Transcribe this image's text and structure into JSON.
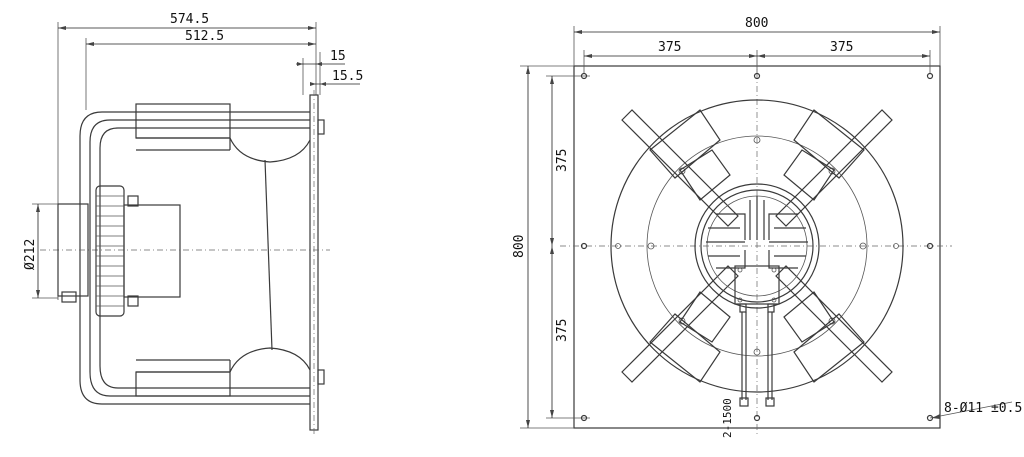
{
  "side_view": {
    "overall_length": "574.5",
    "housing_length": "512.5",
    "flange_thickness": "15",
    "flange_offset": "15.5",
    "motor_diameter": "Ø212"
  },
  "front_view": {
    "plate_width": "800",
    "half_span_left": "375",
    "half_span_right": "375",
    "plate_height": "800",
    "half_span_top": "375",
    "half_span_bottom": "375",
    "cable_length": "2-1500",
    "mounting_holes": "8-Ø11 ±0.5"
  }
}
